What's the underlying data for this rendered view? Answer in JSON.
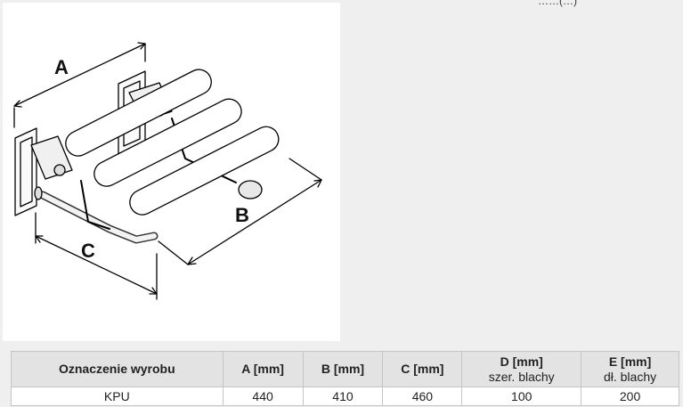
{
  "drawing": {
    "dimension_labels": {
      "a": "A",
      "b": "B",
      "c": "C"
    }
  },
  "table": {
    "headers": [
      {
        "title": "Oznaczenie wyrobu",
        "sub": ""
      },
      {
        "title": "A [mm]",
        "sub": ""
      },
      {
        "title": "B [mm]",
        "sub": ""
      },
      {
        "title": "C [mm]",
        "sub": ""
      },
      {
        "title": "D [mm]",
        "sub": "szer. blachy"
      },
      {
        "title": "E [mm]",
        "sub": "dł. blachy"
      }
    ],
    "rows": [
      [
        "KPU",
        "440",
        "410",
        "460",
        "100",
        "200"
      ]
    ]
  },
  "colors": {
    "background": "#efefef",
    "header_bg": "#e3e3e3",
    "border": "#c4c4c4"
  }
}
